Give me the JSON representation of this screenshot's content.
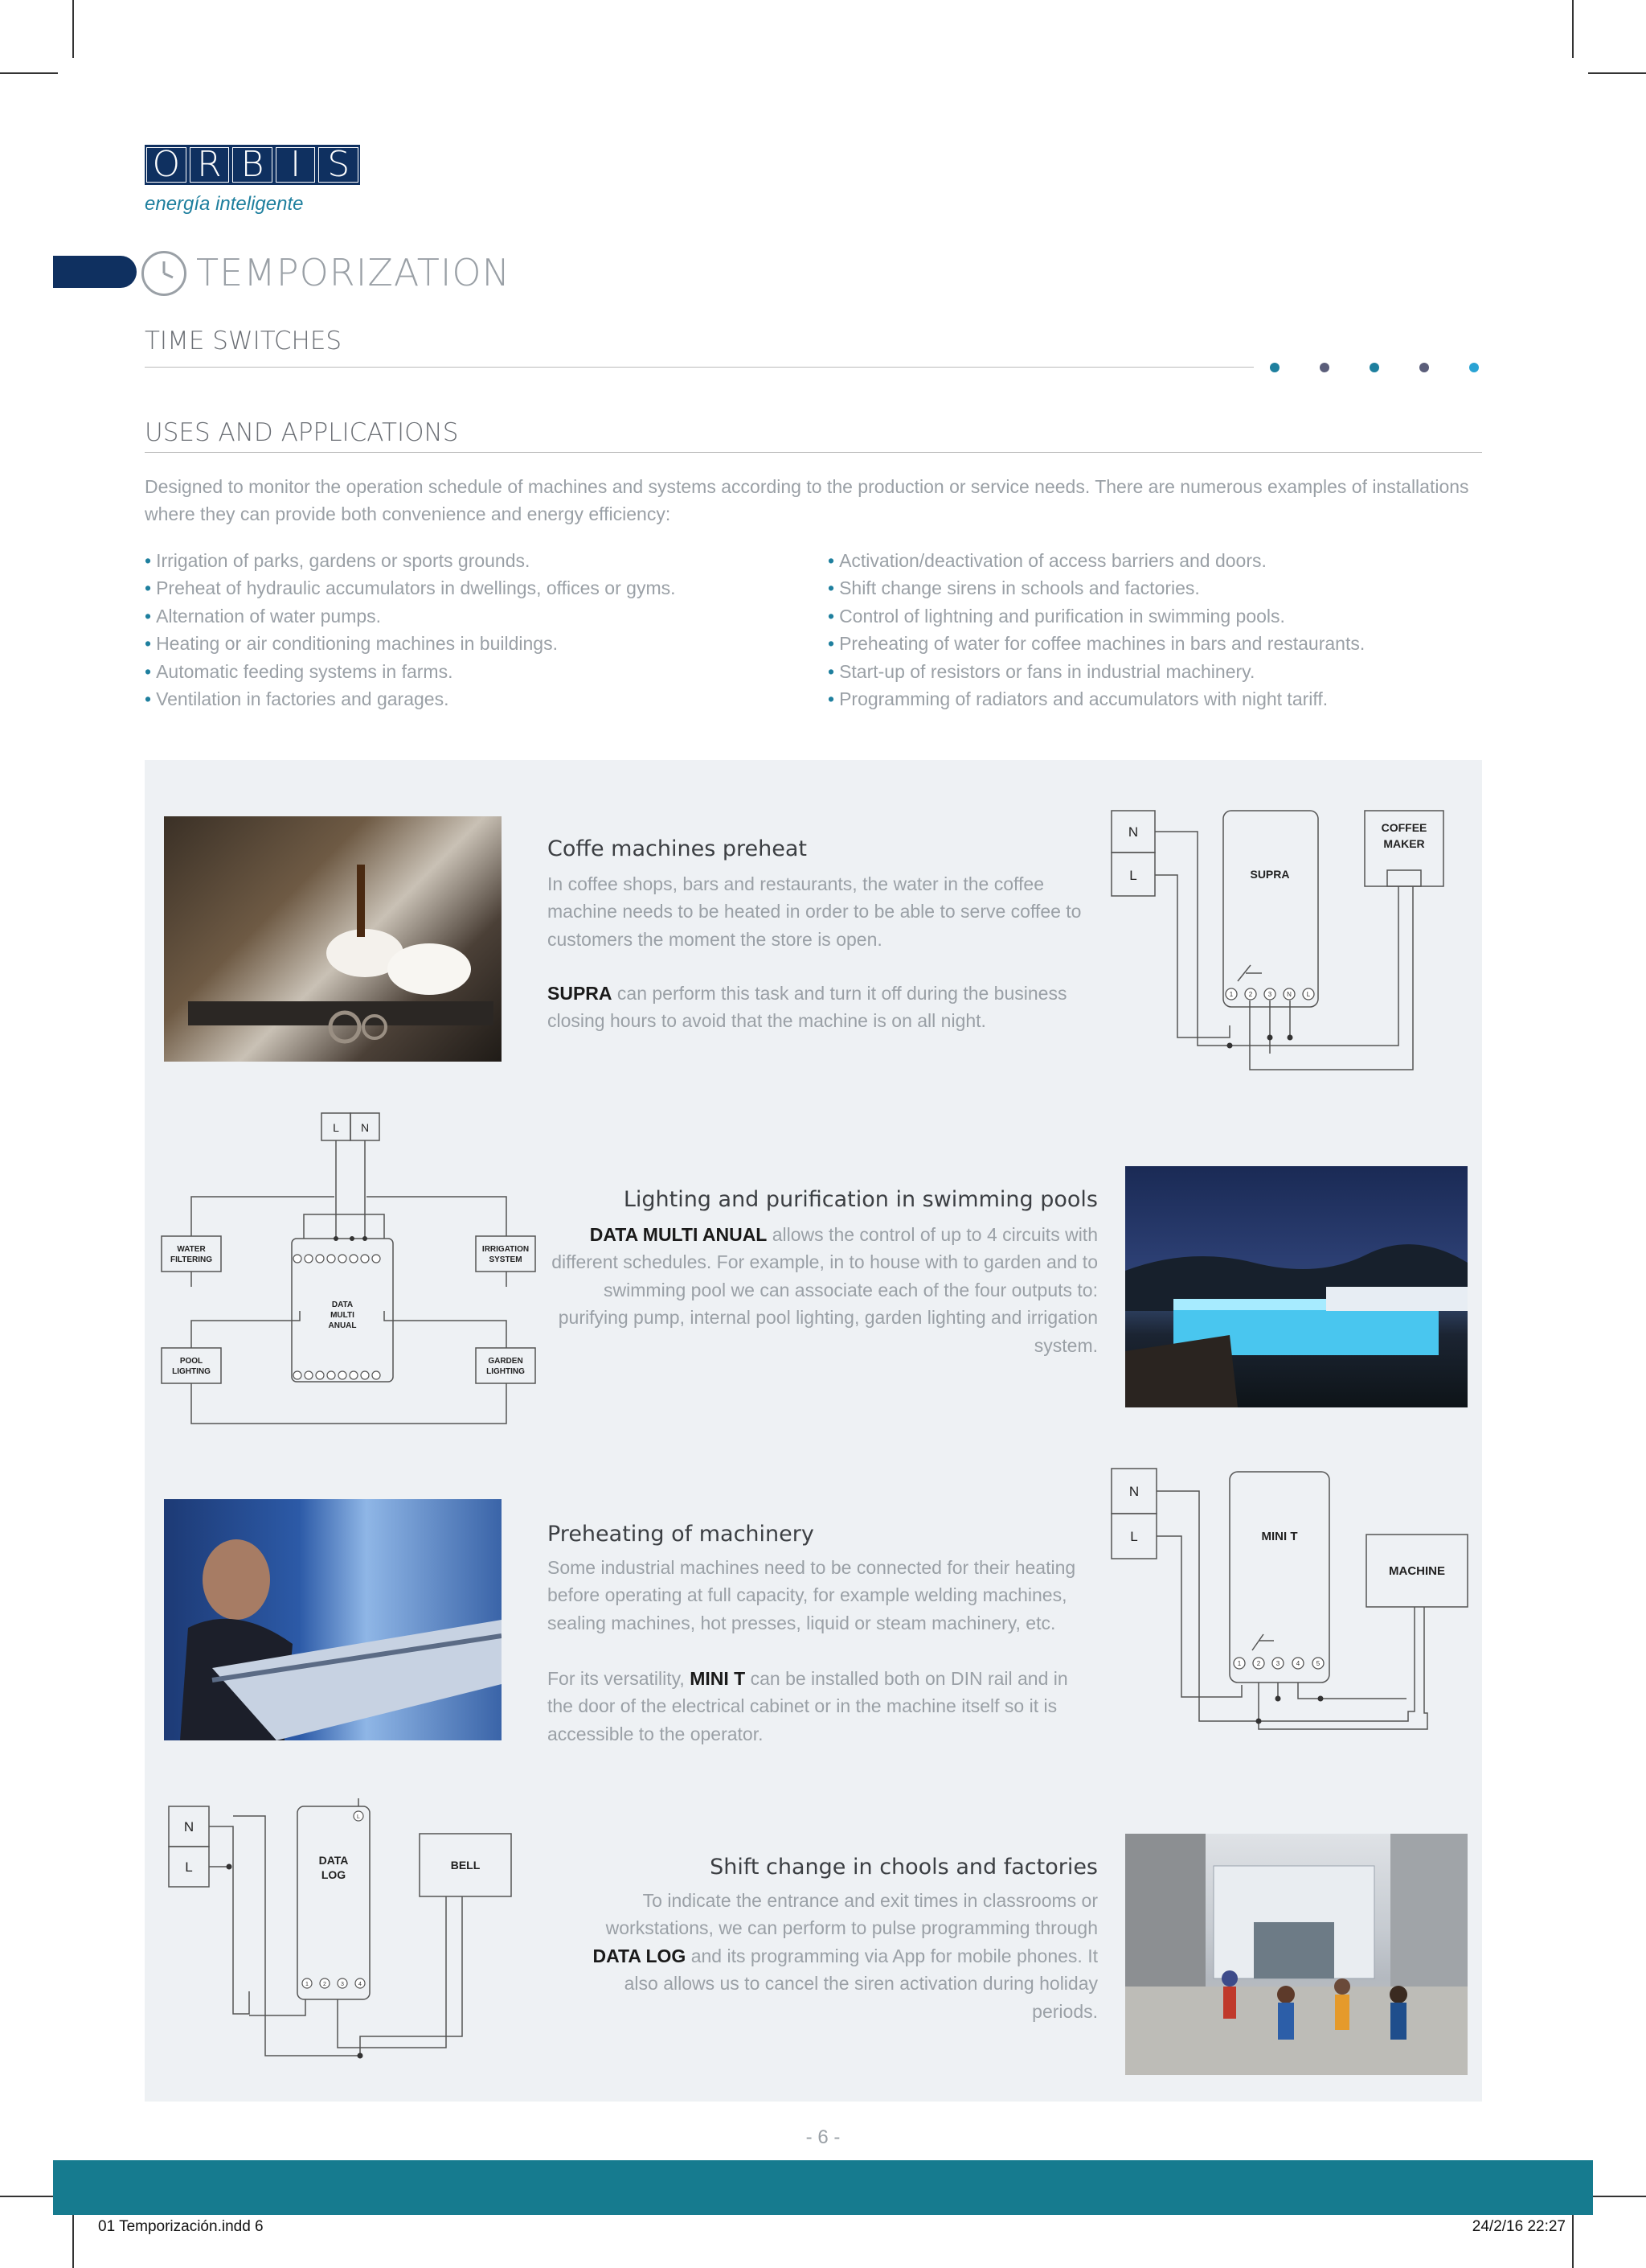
{
  "brand": {
    "logo_letters": [
      "O",
      "R",
      "B",
      "I",
      "S"
    ],
    "tagline": "energía inteligente",
    "color": "#0f3060"
  },
  "section": {
    "title": "TEMPORIZATION",
    "icon": "clock-24-icon"
  },
  "subsection": {
    "title": "TIME SWITCHES",
    "dot_colors": [
      "#1e7f9e",
      "#5b5e7a",
      "#1e7f9e",
      "#5b5e7a",
      "#2aa3d4"
    ]
  },
  "uses": {
    "title": "USES AND APPLICATIONS",
    "intro": "Designed to monitor the operation schedule of machines and systems according to the production or service needs. There are numerous examples of installations where they can provide both convenience and energy efficiency:",
    "left": [
      "Irrigation of parks, gardens or sports grounds.",
      "Preheat of hydraulic accumulators in dwellings, offices or gyms.",
      "Alternation of water pumps.",
      "Heating or air conditioning machines in buildings.",
      "Automatic feeding systems in farms.",
      "Ventilation in factories and garages."
    ],
    "right": [
      "Activation/deactivation of access barriers and doors.",
      "Shift change sirens in schools and factories.",
      "Control of lightning and purification in swimming pools.",
      "Preheating of water for coffee machines in bars and restaurants.",
      "Start-up of resistors or fans in industrial machinery.",
      "Programming of radiators and accumulators with night tariff."
    ]
  },
  "cards": {
    "coffee": {
      "title": "Coffe machines preheat",
      "text1": "In coffee shops, bars and restaurants, the water in the coffee machine needs to be heated in order to be able to serve coffee to customers the moment the store is open.",
      "product": "SUPRA",
      "text2": " can perform this task and turn it off during the business closing hours to avoid that the machine is on all night.",
      "diagram": {
        "n": "N",
        "l": "L",
        "device": "SUPRA",
        "load_1": "COFFEE",
        "load_2": "MAKER",
        "terminals": [
          "1",
          "2",
          "3",
          "N",
          "L"
        ]
      }
    },
    "pool": {
      "title": "Lighting and purification in swimming pools",
      "product": "DATA MULTI ANUAL",
      "text": " allows the control of up to 4 circuits with different schedules. For example, in to house with to garden and to swimming pool we can associate each of the four outputs to: purifying pump, internal pool lighting, garden lighting and irrigation system.",
      "diagram": {
        "l": "L",
        "n": "N",
        "device_1": "DATA",
        "device_2": "MULTI",
        "device_3": "ANUAL",
        "water_1": "WATER",
        "water_2": "FILTERING",
        "irr_1": "IRRIGATION",
        "irr_2": "SYSTEM",
        "pool_1": "POOL",
        "pool_2": "LIGHTING",
        "garden_1": "GARDEN",
        "garden_2": "LIGHTING"
      }
    },
    "machinery": {
      "title": "Preheating of machinery",
      "text1": "Some industrial machines need to be connected for their heating before operating at full capacity, for example welding machines, sealing machines, hot presses, liquid or steam machinery, etc.",
      "text2a": "For its versatility, ",
      "product": "MINI T",
      "text2b": " can be installed both on DIN rail and in the door of the electrical cabinet or in the machine itself so it is accessible to the operator.",
      "diagram": {
        "n": "N",
        "l": "L",
        "device": "MINI T",
        "load": "MACHINE",
        "terminals": [
          "1",
          "2",
          "3",
          "4",
          "5"
        ]
      }
    },
    "school": {
      "title": "Shift change in chools and factories",
      "text1": "To indicate the entrance and exit times in classrooms or workstations, we can perform to pulse programming through ",
      "product": "DATA LOG",
      "text2": " and its programming via App for mobile phones. It also allows us to cancel the siren activation during holiday periods.",
      "diagram": {
        "n": "N",
        "l": "L",
        "device_1": "DATA",
        "device_2": "LOG",
        "load": "BELL",
        "terminals": [
          "1",
          "2",
          "3",
          "4"
        ],
        "top_terminal": "L"
      }
    }
  },
  "page_number": "- 6 -",
  "slug": {
    "file": "01 Temporización.indd   6",
    "date": "24/2/16   22:27"
  }
}
